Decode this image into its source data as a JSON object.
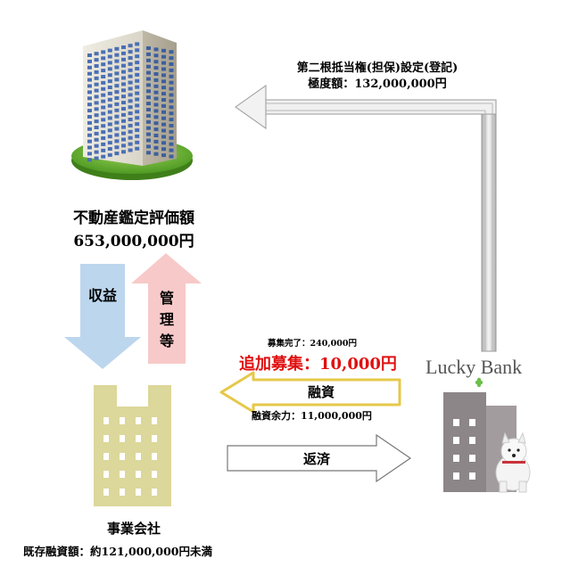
{
  "property": {
    "appraisal_label": "不動産鑑定評価額",
    "appraisal_value": "653,000,000円"
  },
  "mortgage": {
    "title": "第二根抵当権(担保)設定(登記)",
    "limit": "極度額：132,000,000円"
  },
  "flows": {
    "income": "収益",
    "management": [
      "管",
      "理",
      "等"
    ],
    "loan": "融資",
    "repay": "返済"
  },
  "fundraise": {
    "completed": "募集完了：240,000円",
    "additional": "追加募集：10,000円",
    "remaining": "融資余力：11,000,000円"
  },
  "company": {
    "name": "事業会社",
    "existing_loan": "既存融資額：約121,000,000円未満"
  },
  "lender": {
    "brand": "Lucky Bank"
  },
  "colors": {
    "income_arrow": "#bcd6ee",
    "management_arrow": "#f8c9c9",
    "loan_arrow_border": "#e6c84a",
    "accent_red": "#e01010",
    "company_building": "#dcd79a",
    "lender_building": "#8c8688"
  }
}
